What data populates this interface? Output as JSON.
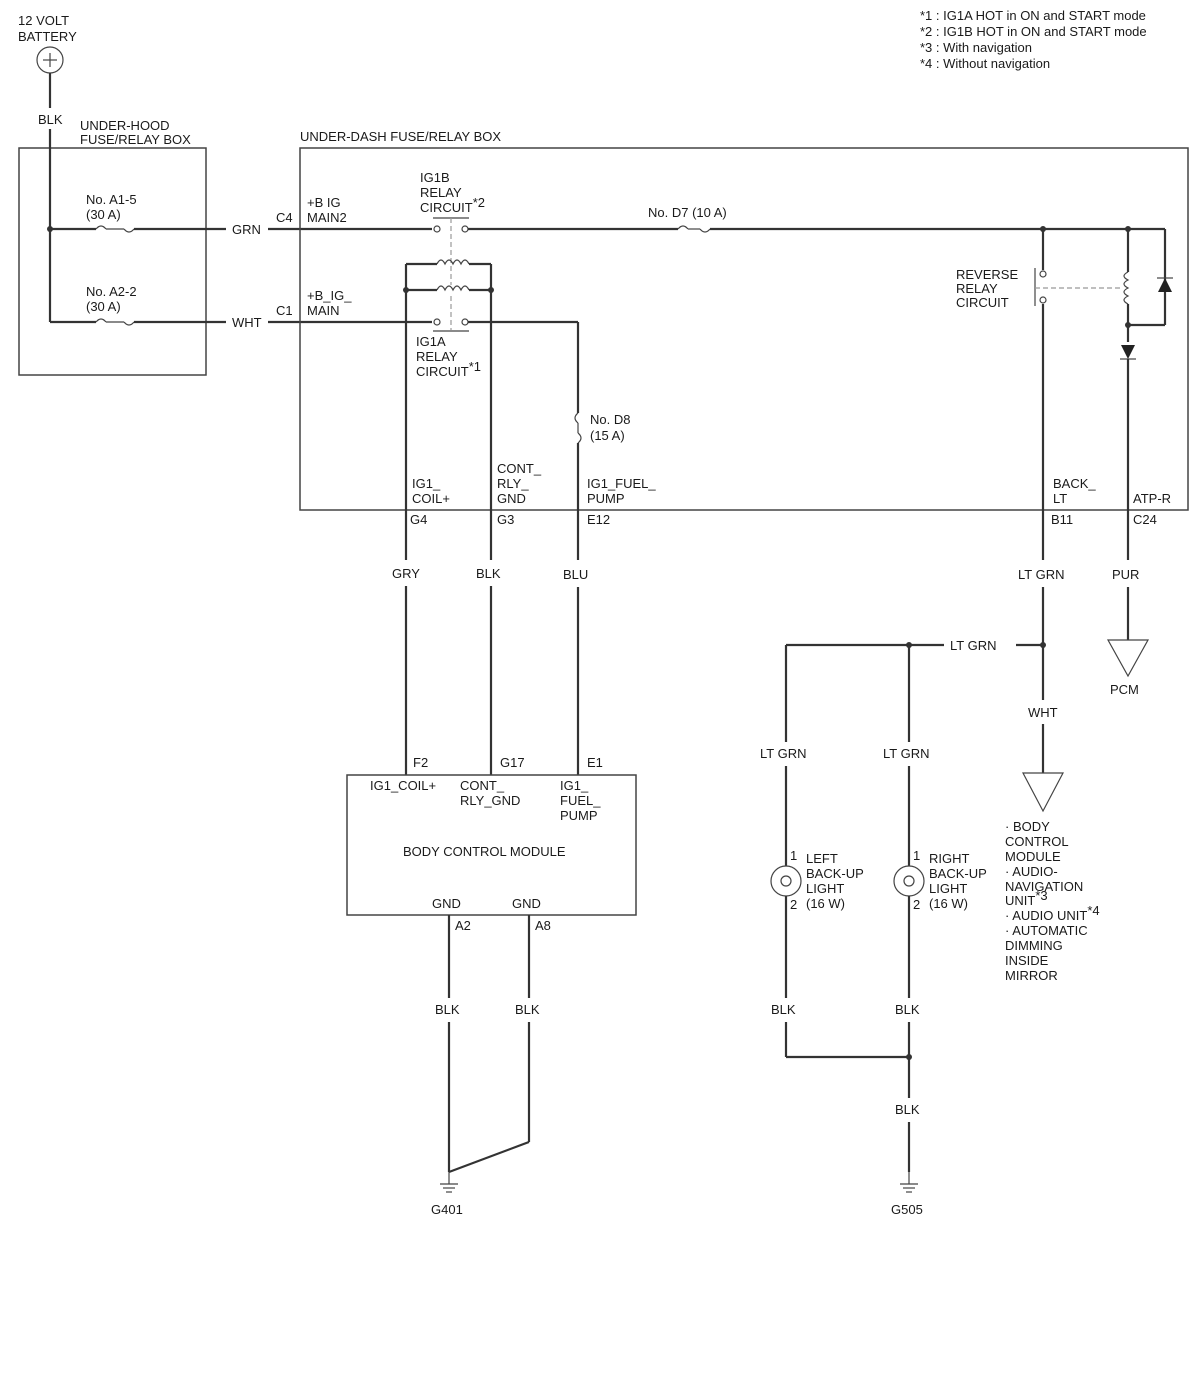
{
  "notes": [
    "*1 : IG1A HOT in ON and START mode",
    "*2 : IG1B HOT in ON and START mode",
    "*3 : With navigation",
    "*4 : Without navigation"
  ],
  "battery": {
    "line1": "12 VOLT",
    "line2": "BATTERY",
    "wire": "BLK"
  },
  "underhood": {
    "title1": "UNDER-HOOD",
    "title2": "FUSE/RELAY BOX",
    "fuse_a1_5": {
      "no": "No. A1-5",
      "rating": "(30 A)"
    },
    "fuse_a2_2": {
      "no": "No. A2-2",
      "rating": "(30 A)"
    }
  },
  "wires_top": {
    "grn": "GRN",
    "wht": "WHT"
  },
  "underdash": {
    "title": "UNDER-DASH FUSE/RELAY BOX",
    "c4": "C4",
    "c1": "C1",
    "b_ig_main2": [
      "+B IG",
      "MAIN2"
    ],
    "b_ig_main": [
      "+B_IG_",
      "MAIN"
    ],
    "ig1b_relay": {
      "lines": [
        "IG1B",
        "RELAY",
        "CIRCUIT"
      ],
      "sup": "*2"
    },
    "ig1a_relay": {
      "lines": [
        "IG1A",
        "RELAY",
        "CIRCUIT"
      ],
      "sup": "*1"
    },
    "fuse_d7": "No. D7 (10 A)",
    "fuse_d8": {
      "no": "No. D8",
      "rating": "(15 A)"
    },
    "reverse_relay": [
      "REVERSE",
      "RELAY",
      "CIRCUIT"
    ],
    "pins": {
      "ig1_coil": {
        "label": [
          "IG1_",
          "COIL+"
        ],
        "terminal": "G4"
      },
      "cont_rly_gnd": {
        "label": [
          "CONT_",
          "RLY_",
          "GND"
        ],
        "terminal": "G3"
      },
      "ig1_fuel_pump": {
        "label": [
          "IG1_FUEL_",
          "PUMP"
        ],
        "terminal": "E12"
      },
      "back_lt": {
        "label": [
          "BACK_",
          "LT"
        ],
        "terminal": "B11"
      },
      "atp_r": {
        "label": [
          "ATP-R"
        ],
        "terminal": "C24"
      }
    }
  },
  "wire_colors": {
    "gry": "GRY",
    "blk": "BLK",
    "blu": "BLU",
    "lt_grn": "LT GRN",
    "pur": "PUR",
    "wht": "WHT"
  },
  "pcm": "PCM",
  "bcm": {
    "title": "BODY CONTROL MODULE",
    "pins": {
      "f2": "F2",
      "g17": "G17",
      "e1": "E1",
      "ig1_coil": "IG1_COIL+",
      "cont_rly_gnd": [
        "CONT_",
        "RLY_GND"
      ],
      "ig1_fuel_pump": [
        "IG1_",
        "FUEL_",
        "PUMP"
      ],
      "gnd": "GND",
      "a2": "A2",
      "a8": "A8"
    }
  },
  "backup_lights": {
    "left": [
      "LEFT",
      "BACK-UP",
      "LIGHT",
      "(16 W)"
    ],
    "right": [
      "RIGHT",
      "BACK-UP",
      "LIGHT",
      "(16 W)"
    ],
    "pin1": "1",
    "pin2": "2"
  },
  "destinations": [
    "· BODY",
    "CONTROL",
    "MODULE",
    "· AUDIO-",
    "NAVIGATION",
    "UNIT",
    "· AUDIO UNIT",
    "· AUTOMATIC",
    "DIMMING",
    "INSIDE",
    "MIRROR"
  ],
  "destination_sups": {
    "nav": "*3",
    "audio": "*4"
  },
  "grounds": {
    "g401": "G401",
    "g505": "G505"
  }
}
